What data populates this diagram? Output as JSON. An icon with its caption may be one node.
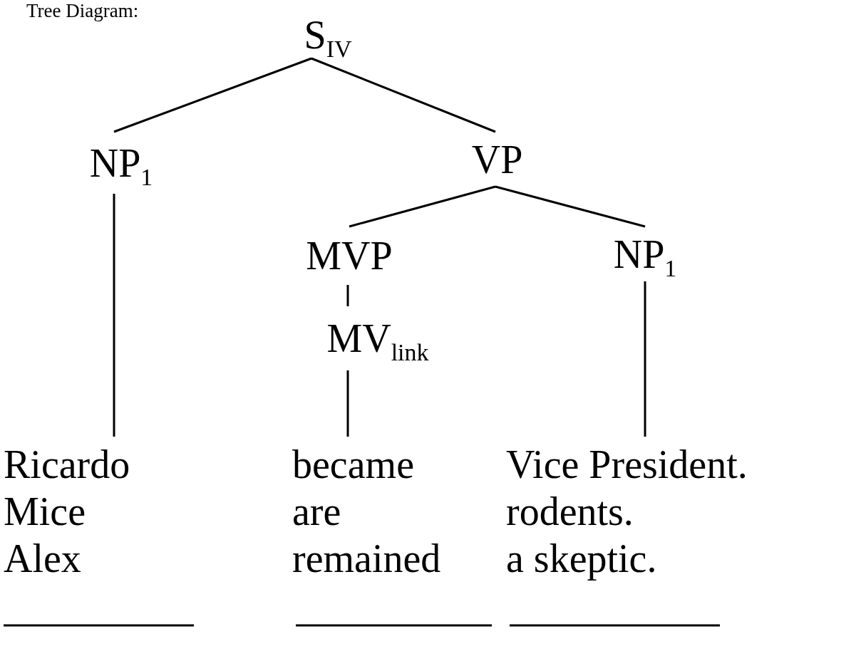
{
  "diagram": {
    "title": "Tree Diagram:",
    "nodes": [
      {
        "text": [
          "S$_{IV}$"
        ]
      },
      {
        "text": [
          "NP$_{1}$"
        ]
      },
      {
        "text": [
          "VP"
        ]
      },
      {
        "text": [
          "MVP"
        ]
      },
      {
        "text": [
          "NP$_{1}$"
        ]
      },
      {
        "text": [
          "MV$_{link}$"
        ]
      },
      {
        "text": [
          "Ricardo",
          "Mice",
          "Alex"
        ]
      },
      {
        "text": [
          "became",
          "are",
          "remained"
        ]
      },
      {
        "text": [
          "Vice President.",
          "rodents.",
          "a skeptic."
        ]
      }
    ],
    "edges": [
      {
        "from": 0,
        "to": 1,
        "arrow": "none"
      },
      {
        "from": 0,
        "to": 2,
        "arrow": "none"
      },
      {
        "from": 2,
        "to": 3,
        "arrow": "none"
      },
      {
        "from": 2,
        "to": 4,
        "arrow": "none"
      },
      {
        "from": 3,
        "to": 5,
        "arrow": "none"
      },
      {
        "from": 1,
        "to": 6,
        "arrow": "none"
      },
      {
        "from": 5,
        "to": 7,
        "arrow": "none"
      },
      {
        "from": 4,
        "to": 8,
        "arrow": "none"
      }
    ]
  }
}
